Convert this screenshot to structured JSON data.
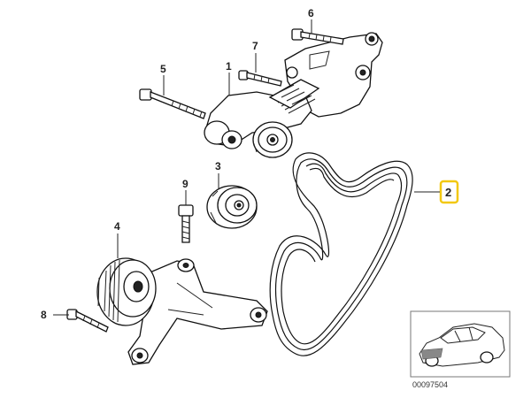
{
  "callouts": {
    "c1": "1",
    "c2": "2",
    "c3": "3",
    "c4": "4",
    "c5": "5",
    "c6": "6",
    "c7": "7",
    "c8": "8",
    "c9": "9"
  },
  "highlight_color": "#f2c811",
  "reference_number": "00097504"
}
